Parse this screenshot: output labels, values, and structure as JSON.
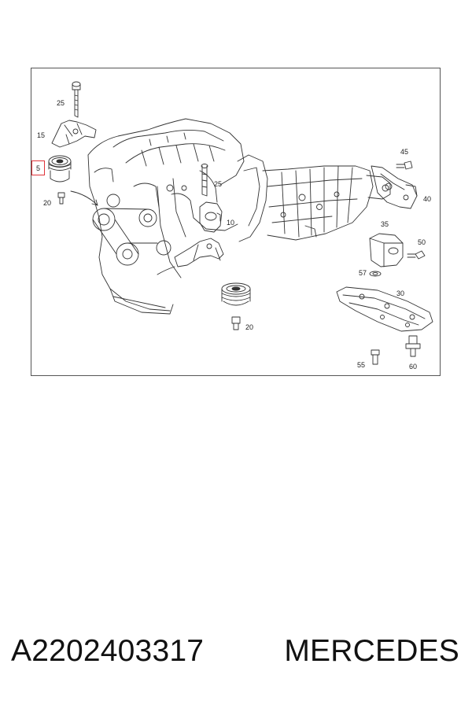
{
  "diagram": {
    "callouts": [
      {
        "id": "c25a",
        "label": "25"
      },
      {
        "id": "c15",
        "label": "15"
      },
      {
        "id": "c5",
        "label": "5"
      },
      {
        "id": "c20a",
        "label": "20"
      },
      {
        "id": "c25b",
        "label": "25"
      },
      {
        "id": "c10",
        "label": "10"
      },
      {
        "id": "c20b",
        "label": "20"
      },
      {
        "id": "c45",
        "label": "45"
      },
      {
        "id": "c40",
        "label": "40"
      },
      {
        "id": "c35",
        "label": "35"
      },
      {
        "id": "c50",
        "label": "50"
      },
      {
        "id": "c57",
        "label": "57"
      },
      {
        "id": "c30",
        "label": "30"
      },
      {
        "id": "c55",
        "label": "55"
      },
      {
        "id": "c60",
        "label": "60"
      }
    ],
    "highlighted_callout": "5",
    "highlight_color": "#e0343a"
  },
  "caption": {
    "part_number": "A2202403317",
    "brand": "MERCEDES"
  }
}
